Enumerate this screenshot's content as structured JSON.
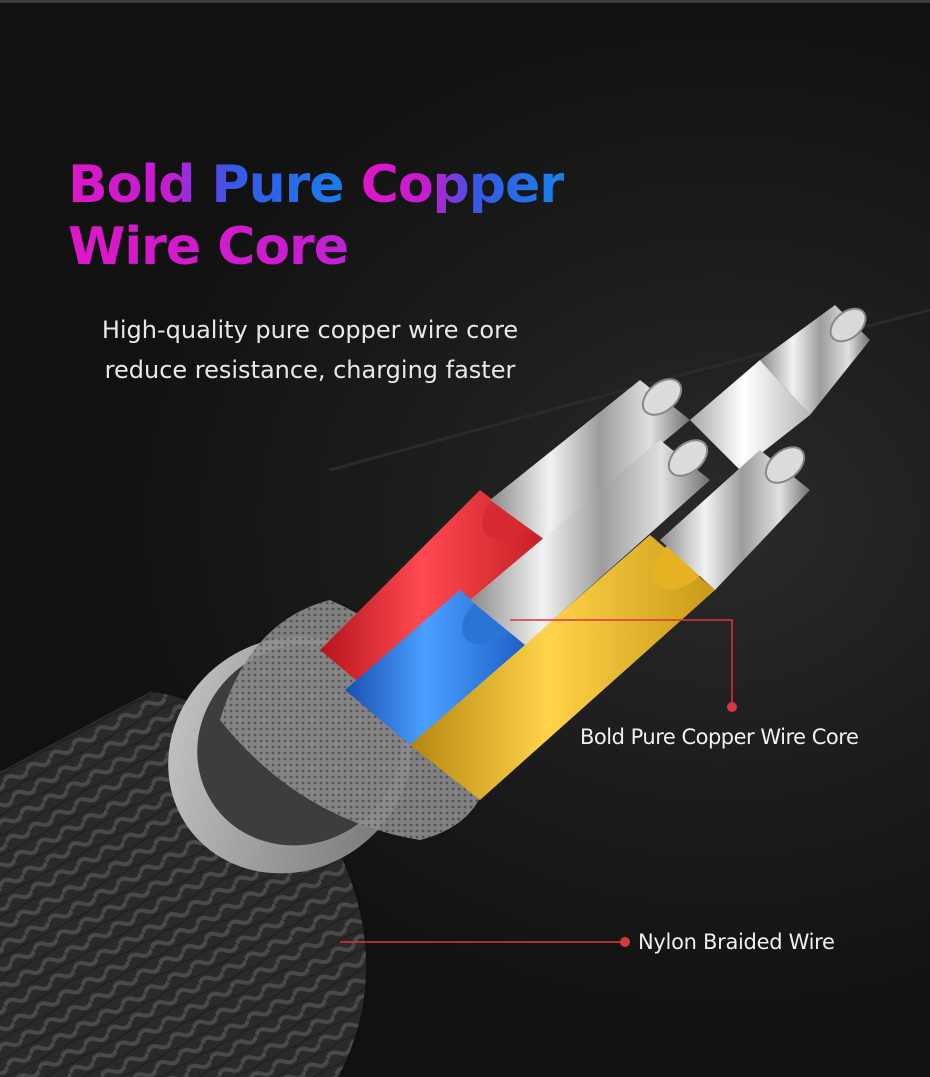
{
  "headline": {
    "line1_part1": "Bold Pure ",
    "line1_part2": "Copper",
    "line2": "Wire Core"
  },
  "subtitle": {
    "line1": "High-quality pure copper wire core",
    "line2": "reduce resistance, charging faster"
  },
  "callouts": {
    "core": "Bold Pure Copper Wire Core",
    "nylon": "Nylon Braided Wire"
  },
  "colors": {
    "background": "#141414",
    "headline_magenta": "#e015c9",
    "headline_blue": "#1583ea",
    "callout_line": "#d9363e",
    "wire_red": "#e8323a",
    "wire_blue": "#2f7de0",
    "wire_yellow": "#e9b624",
    "wire_white": "#e6e6e6"
  },
  "icons": [
    "cable-illustration"
  ]
}
